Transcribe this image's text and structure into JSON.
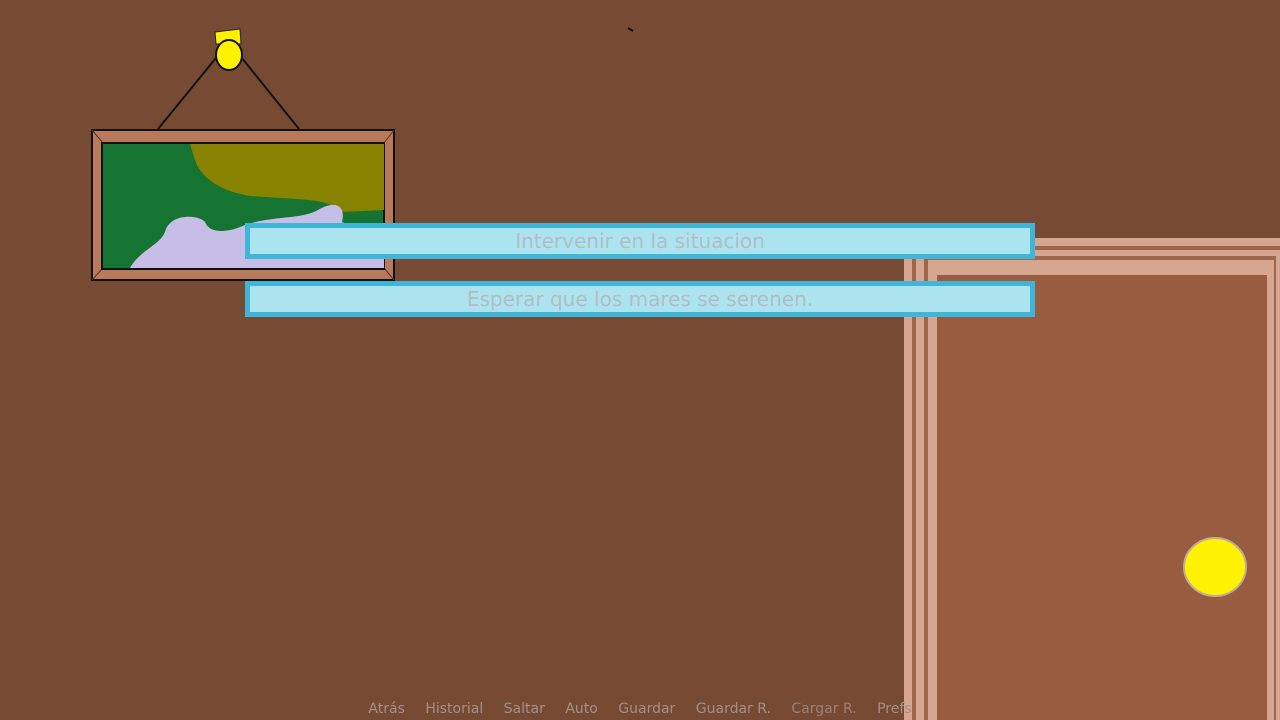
{
  "choices": [
    {
      "label": "Intervenir en la situacion"
    },
    {
      "label": "Esperar que los mares se serenen."
    }
  ],
  "quick_menu": [
    {
      "label": "Atrás"
    },
    {
      "label": "Historial"
    },
    {
      "label": "Saltar"
    },
    {
      "label": "Auto"
    },
    {
      "label": "Guardar"
    },
    {
      "label": "Guardar R."
    },
    {
      "label": "Cargar R."
    },
    {
      "label": "Prefs"
    }
  ],
  "colors": {
    "wall": "#774a33",
    "door": "#985c40",
    "door_trim": "#d6a690",
    "choice_fill": "#abe3ef",
    "choice_border": "#3fb6d7",
    "knob": "#fff200",
    "painting_green": "#167433",
    "painting_olive": "#878200",
    "painting_lavender": "#c6bee6"
  }
}
